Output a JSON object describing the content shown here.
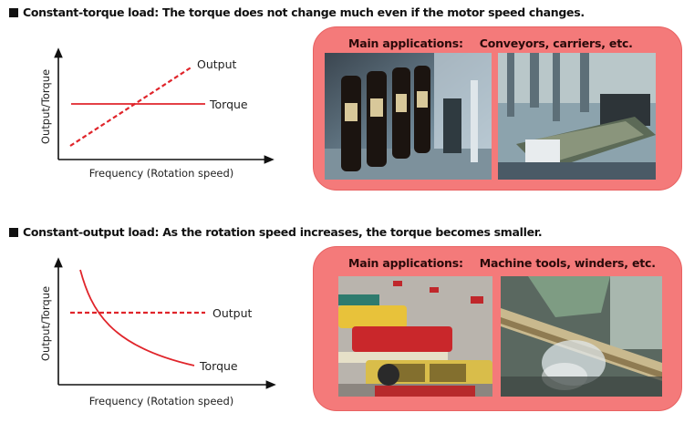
{
  "sections": [
    {
      "title": "Constant-torque load: The torque does not change much even if the motor speed changes.",
      "applications_label": "Main applications:",
      "applications_value": "Conveyors, carriers, etc.",
      "photos": [
        {
          "name": "bottling-conveyor-photo",
          "description": "Beer bottles on conveyor line"
        },
        {
          "name": "circuit-board-carrier-photo",
          "description": "Circuit board assembly carrier"
        }
      ]
    },
    {
      "title": "Constant-output load: As the rotation speed increases, the torque becomes smaller.",
      "applications_label": "Main applications:",
      "applications_value": "Machine tools, winders, etc.",
      "photos": [
        {
          "name": "winder-rollers-photo",
          "description": "Printing/winding rollers"
        },
        {
          "name": "machine-tool-cutting-photo",
          "description": "Machine tool cutting with coolant"
        }
      ]
    }
  ],
  "chart_data": [
    {
      "type": "line",
      "title": "Constant-torque load",
      "xlabel": "Frequency (Rotation speed)",
      "ylabel": "Output/Torque",
      "grid": false,
      "legend_position": "inline labels at line ends",
      "x": [
        0,
        1
      ],
      "series": [
        {
          "name": "Output",
          "style": "dashed",
          "color": "#e0252b",
          "values": [
            0.1,
            0.85
          ]
        },
        {
          "name": "Torque",
          "style": "solid",
          "color": "#e0252b",
          "values": [
            0.5,
            0.5
          ]
        }
      ]
    },
    {
      "type": "line",
      "title": "Constant-output load",
      "xlabel": "Frequency (Rotation speed)",
      "ylabel": "Output/Torque",
      "grid": false,
      "legend_position": "inline labels at line ends",
      "x": [
        0.1,
        0.2,
        0.35,
        0.5,
        0.7,
        1.0
      ],
      "series": [
        {
          "name": "Output",
          "style": "dashed",
          "color": "#e0252b",
          "values": [
            0.6,
            0.6,
            0.6,
            0.6,
            0.6,
            0.6
          ]
        },
        {
          "name": "Torque",
          "style": "solid",
          "color": "#e0252b",
          "values": [
            0.95,
            0.65,
            0.42,
            0.3,
            0.2,
            0.15
          ]
        }
      ]
    }
  ],
  "colors": {
    "accent_red": "#e0252b",
    "app_box_fill": "#f47a7a",
    "app_title_text": "#2a0a0a",
    "axis": "#111111"
  }
}
